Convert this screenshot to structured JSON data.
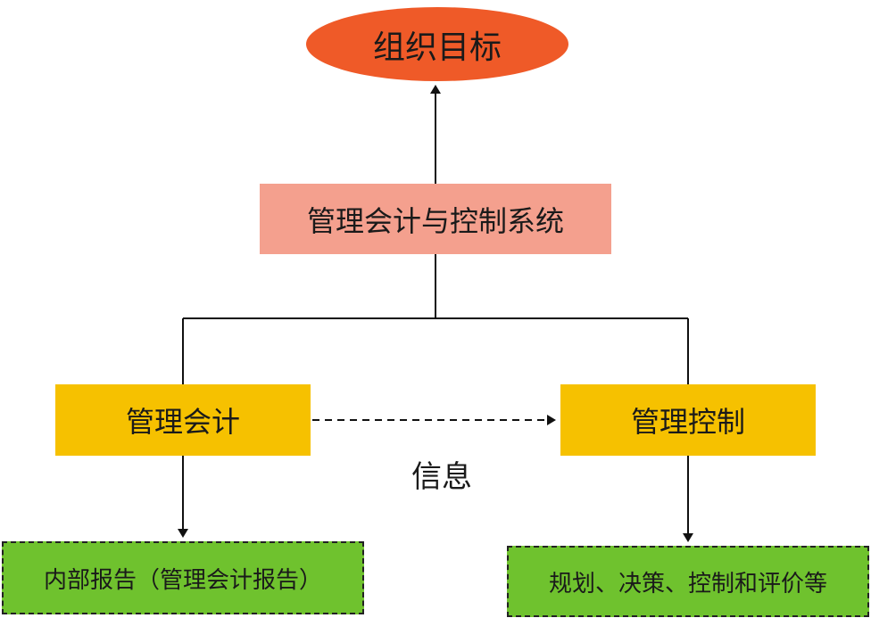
{
  "diagram": {
    "goal": {
      "label": "组织目标"
    },
    "system": {
      "label": "管理会计与控制系统"
    },
    "management_accounting": {
      "label": "管理会计"
    },
    "management_control": {
      "label": "管理控制"
    },
    "information_label": "信息",
    "internal_report": {
      "label": "内部报告（管理会计报告）"
    },
    "planning_decision": {
      "label": "规划、决策、控制和评价等"
    }
  },
  "colors": {
    "goal": "#ef5a28",
    "system": "#f4a08e",
    "management": "#f6c100",
    "output": "#6fc22e",
    "line": "#111111"
  }
}
